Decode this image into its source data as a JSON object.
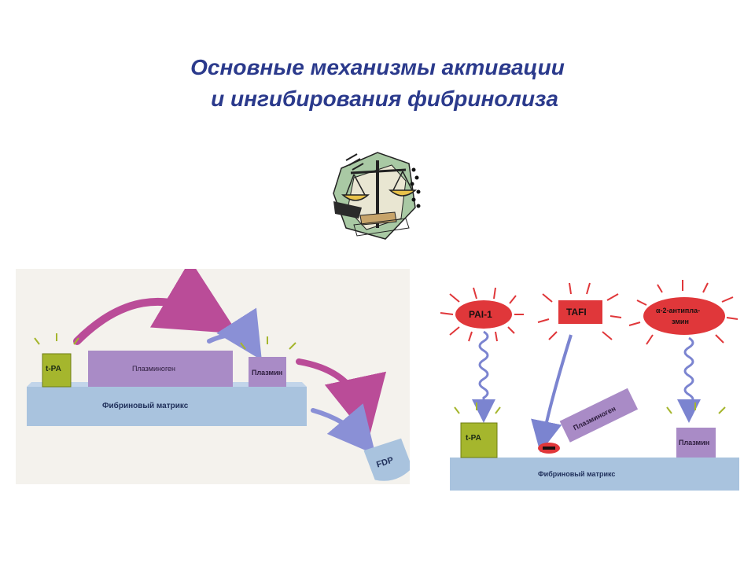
{
  "title": {
    "line1": "Основные механизмы активации",
    "line2": "и ингибирования фибринолиза"
  },
  "clipart": {
    "icon": "scales-of-justice-icon"
  },
  "left_diagram": {
    "tpa": "t-PA",
    "plasminogen": "Плазминоген",
    "plasmin": "Плазмин",
    "matrix": "Фибриновый матрикс",
    "fdp": "FDP"
  },
  "right_diagram": {
    "pai1": "PAI-1",
    "tafi": "TAFI",
    "antiplasmin_line1": "α-2-антипла-",
    "antiplasmin_line2": "змин",
    "tpa": "t-PA",
    "plasminogen": "Плазминоген",
    "plasmin": "Плазмин",
    "matrix": "Фибриновый матрикс"
  },
  "colors": {
    "title": "#2b3a8c",
    "matrix": "#a9c3de",
    "tpa": "#a5b62d",
    "plasminogen": "#a98bc6",
    "arrow_magenta": "#b0308a",
    "inhibitor_red": "#e0373a"
  }
}
